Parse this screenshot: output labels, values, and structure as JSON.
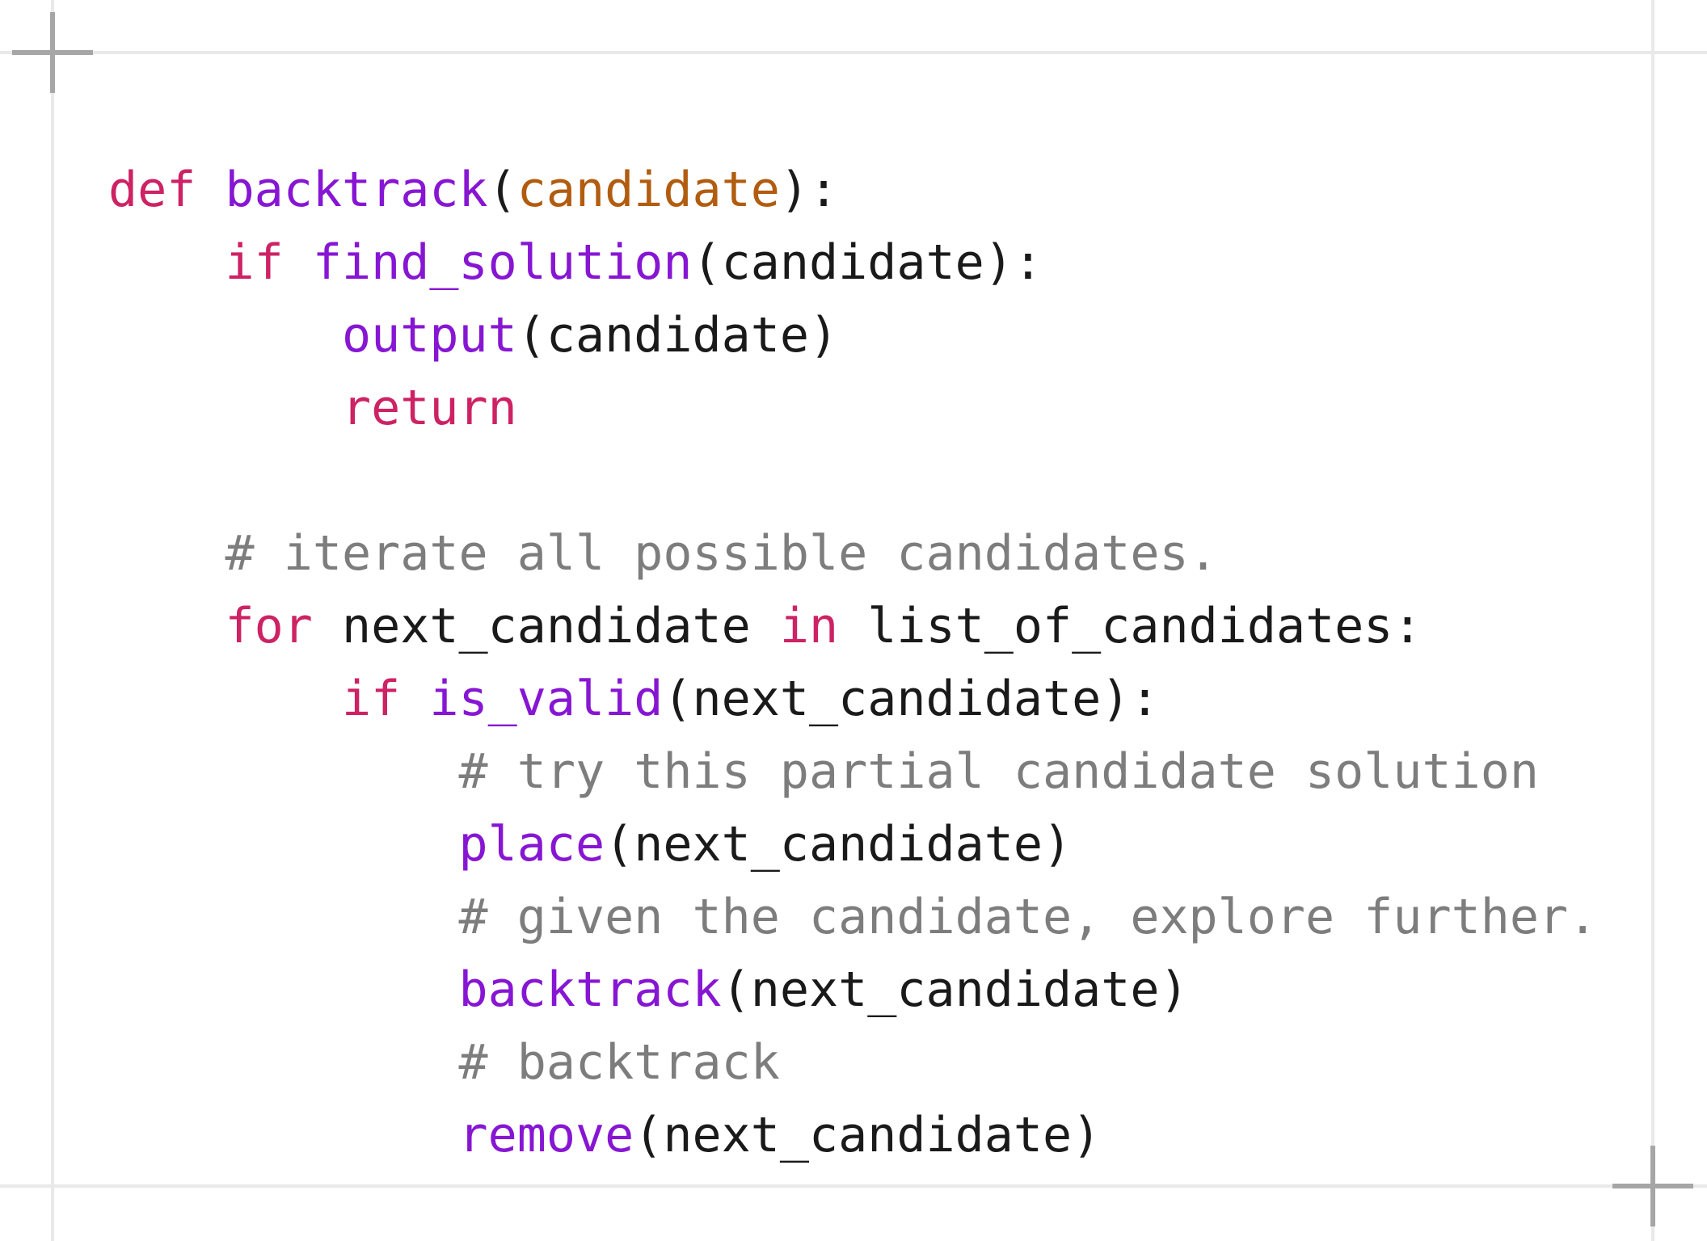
{
  "colors": {
    "background": "#ffffff",
    "frame_line": "#e9e9e9",
    "crosshair": "#a6a6a6",
    "keyword": "#cd2264",
    "function": "#8716d3",
    "parameter": "#b15c0f",
    "plain": "#1a1a1a",
    "comment": "#7d7d7d"
  },
  "code": {
    "language": "python",
    "lines": [
      {
        "tokens": [
          {
            "c": "kw",
            "t": "def"
          },
          {
            "c": "pl",
            "t": " "
          },
          {
            "c": "fn",
            "t": "backtrack"
          },
          {
            "c": "pl",
            "t": "("
          },
          {
            "c": "arg",
            "t": "candidate"
          },
          {
            "c": "pl",
            "t": "):"
          }
        ]
      },
      {
        "tokens": [
          {
            "c": "pl",
            "t": "    "
          },
          {
            "c": "kw",
            "t": "if"
          },
          {
            "c": "pl",
            "t": " "
          },
          {
            "c": "fn",
            "t": "find_solution"
          },
          {
            "c": "pl",
            "t": "(candidate):"
          }
        ]
      },
      {
        "tokens": [
          {
            "c": "pl",
            "t": "        "
          },
          {
            "c": "fn",
            "t": "output"
          },
          {
            "c": "pl",
            "t": "(candidate)"
          }
        ]
      },
      {
        "tokens": [
          {
            "c": "pl",
            "t": "        "
          },
          {
            "c": "kw",
            "t": "return"
          }
        ]
      },
      {
        "tokens": []
      },
      {
        "tokens": [
          {
            "c": "pl",
            "t": "    "
          },
          {
            "c": "cm",
            "t": "# iterate all possible candidates."
          }
        ]
      },
      {
        "tokens": [
          {
            "c": "pl",
            "t": "    "
          },
          {
            "c": "kw",
            "t": "for"
          },
          {
            "c": "pl",
            "t": " next_candidate "
          },
          {
            "c": "kw",
            "t": "in"
          },
          {
            "c": "pl",
            "t": " list_of_candidates:"
          }
        ]
      },
      {
        "tokens": [
          {
            "c": "pl",
            "t": "        "
          },
          {
            "c": "kw",
            "t": "if"
          },
          {
            "c": "pl",
            "t": " "
          },
          {
            "c": "fn",
            "t": "is_valid"
          },
          {
            "c": "pl",
            "t": "(next_candidate):"
          }
        ]
      },
      {
        "tokens": [
          {
            "c": "pl",
            "t": "            "
          },
          {
            "c": "cm",
            "t": "# try this partial candidate solution"
          }
        ]
      },
      {
        "tokens": [
          {
            "c": "pl",
            "t": "            "
          },
          {
            "c": "fn",
            "t": "place"
          },
          {
            "c": "pl",
            "t": "(next_candidate)"
          }
        ]
      },
      {
        "tokens": [
          {
            "c": "pl",
            "t": "            "
          },
          {
            "c": "cm",
            "t": "# given the candidate, explore further."
          }
        ]
      },
      {
        "tokens": [
          {
            "c": "pl",
            "t": "            "
          },
          {
            "c": "fn",
            "t": "backtrack"
          },
          {
            "c": "pl",
            "t": "(next_candidate)"
          }
        ]
      },
      {
        "tokens": [
          {
            "c": "pl",
            "t": "            "
          },
          {
            "c": "cm",
            "t": "# backtrack"
          }
        ]
      },
      {
        "tokens": [
          {
            "c": "pl",
            "t": "            "
          },
          {
            "c": "fn",
            "t": "remove"
          },
          {
            "c": "pl",
            "t": "(next_candidate)"
          }
        ]
      }
    ]
  }
}
